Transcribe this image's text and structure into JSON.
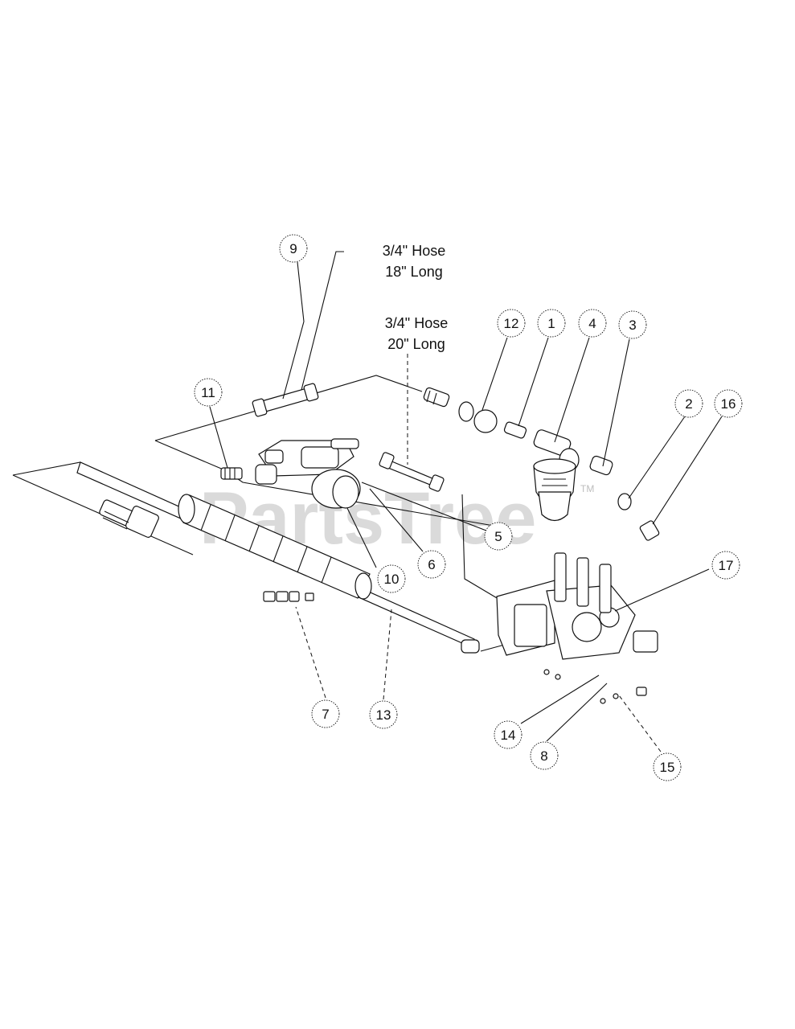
{
  "notes": {
    "hose_18": [
      "3/4\" Hose",
      "18\" Long"
    ],
    "hose_20": [
      "3/4\" Hose",
      "20\" Long"
    ]
  },
  "watermark": "PartsTree",
  "watermark_tm": "TM",
  "callouts": [
    "9",
    "12",
    "1",
    "4",
    "3",
    "11",
    "2",
    "16",
    "5",
    "6",
    "10",
    "17",
    "7",
    "13",
    "14",
    "8",
    "15"
  ]
}
